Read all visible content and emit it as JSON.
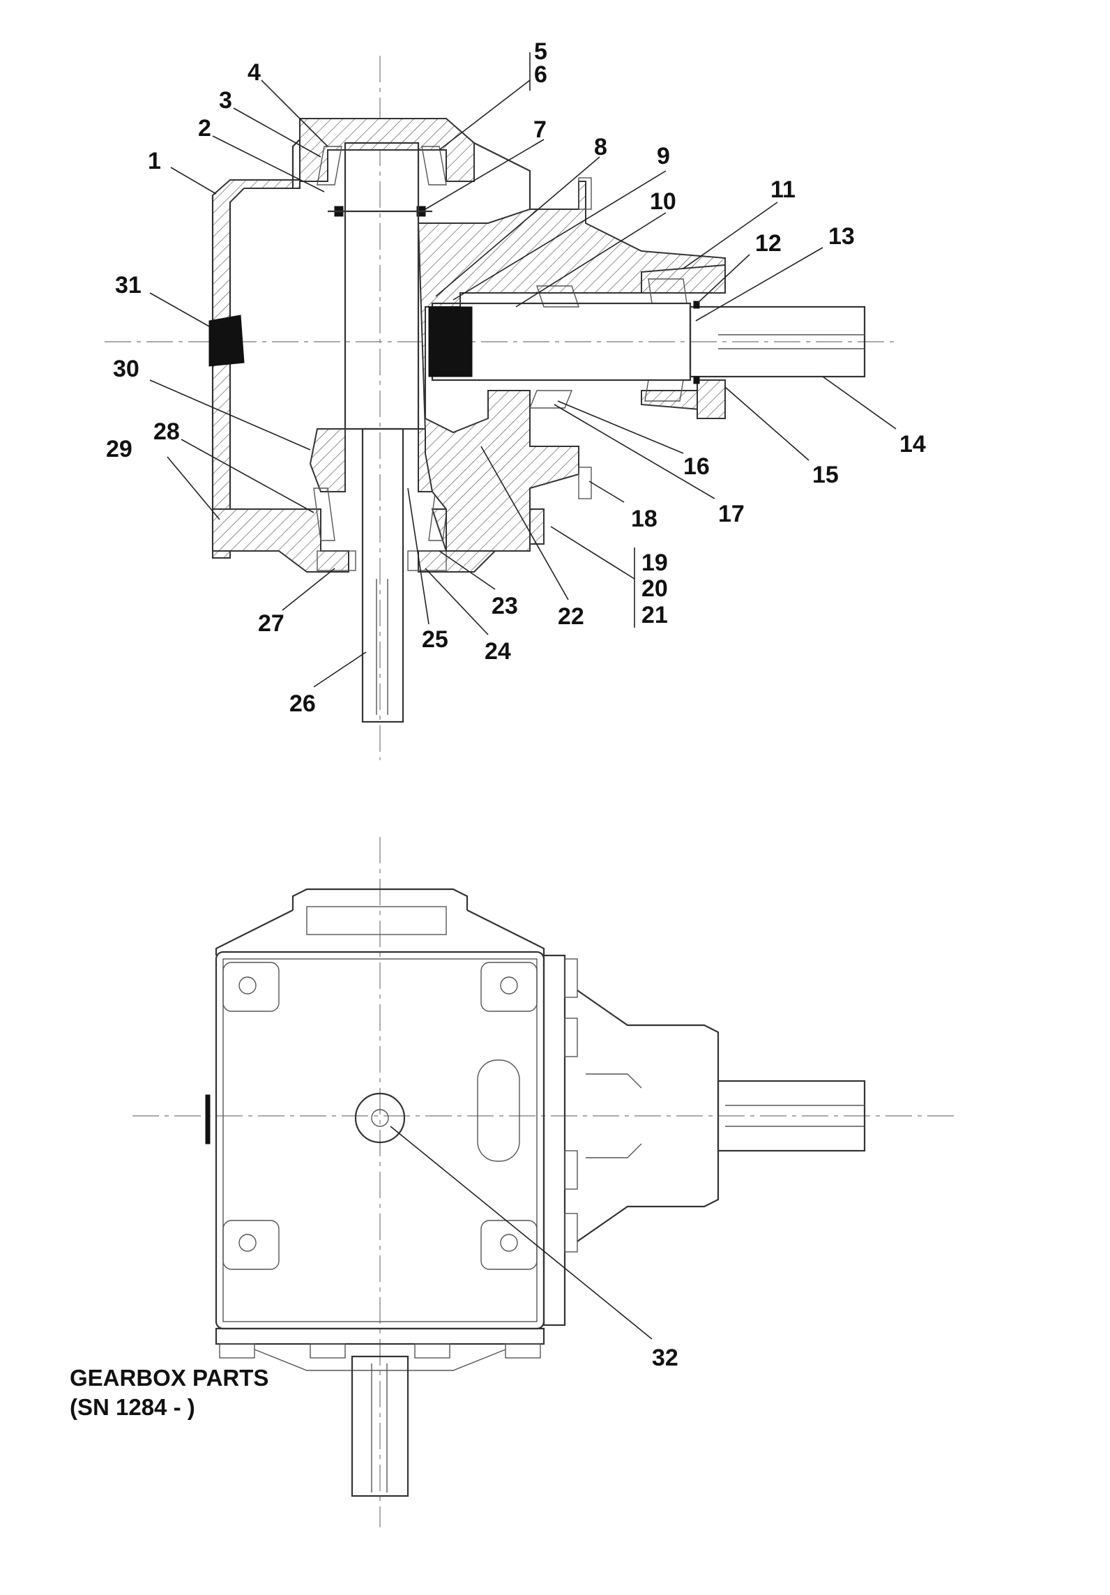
{
  "title": {
    "line1": "GEARBOX PARTS",
    "line2": "(SN 1284 - )"
  },
  "callouts": [
    {
      "id": "1",
      "label": "1"
    },
    {
      "id": "2",
      "label": "2"
    },
    {
      "id": "3",
      "label": "3"
    },
    {
      "id": "4",
      "label": "4"
    },
    {
      "id": "5",
      "label": "5"
    },
    {
      "id": "6",
      "label": "6"
    },
    {
      "id": "7",
      "label": "7"
    },
    {
      "id": "8",
      "label": "8"
    },
    {
      "id": "9",
      "label": "9"
    },
    {
      "id": "10",
      "label": "10"
    },
    {
      "id": "11",
      "label": "11"
    },
    {
      "id": "12",
      "label": "12"
    },
    {
      "id": "13",
      "label": "13"
    },
    {
      "id": "14",
      "label": "14"
    },
    {
      "id": "15",
      "label": "15"
    },
    {
      "id": "16",
      "label": "16"
    },
    {
      "id": "17",
      "label": "17"
    },
    {
      "id": "18",
      "label": "18"
    },
    {
      "id": "19",
      "label": "19"
    },
    {
      "id": "20",
      "label": "20"
    },
    {
      "id": "21",
      "label": "21"
    },
    {
      "id": "22",
      "label": "22"
    },
    {
      "id": "23",
      "label": "23"
    },
    {
      "id": "24",
      "label": "24"
    },
    {
      "id": "25",
      "label": "25"
    },
    {
      "id": "26",
      "label": "26"
    },
    {
      "id": "27",
      "label": "27"
    },
    {
      "id": "28",
      "label": "28"
    },
    {
      "id": "29",
      "label": "29"
    },
    {
      "id": "30",
      "label": "30"
    },
    {
      "id": "31",
      "label": "31"
    },
    {
      "id": "32",
      "label": "32"
    }
  ]
}
